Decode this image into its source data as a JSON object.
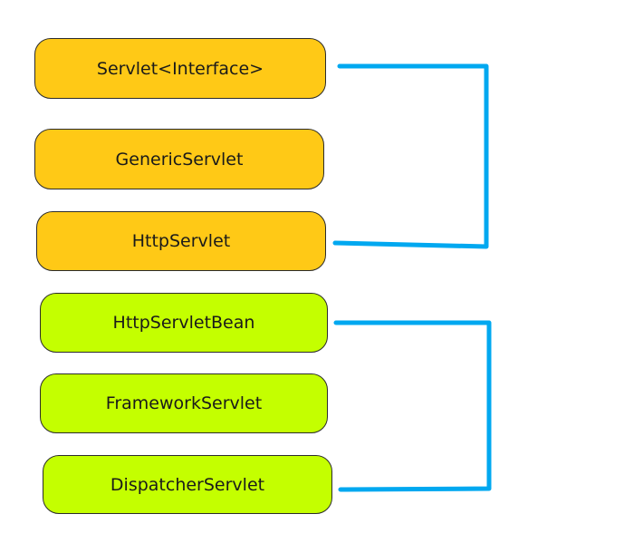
{
  "nodes": [
    {
      "label": "Servlet<Interface>",
      "group": "servlet-api"
    },
    {
      "label": "GenericServlet",
      "group": "servlet-api"
    },
    {
      "label": "HttpServlet",
      "group": "servlet-api"
    },
    {
      "label": "HttpServletBean",
      "group": "spring-mvc"
    },
    {
      "label": "FrameworkServlet",
      "group": "spring-mvc"
    },
    {
      "label": "DispatcherServlet",
      "group": "spring-mvc"
    }
  ],
  "colors": {
    "servlet_api_fill": "#ffc916",
    "spring_mvc_fill": "#c4ff00",
    "bracket": "#00a8f0",
    "border": "#2b2b2b"
  }
}
